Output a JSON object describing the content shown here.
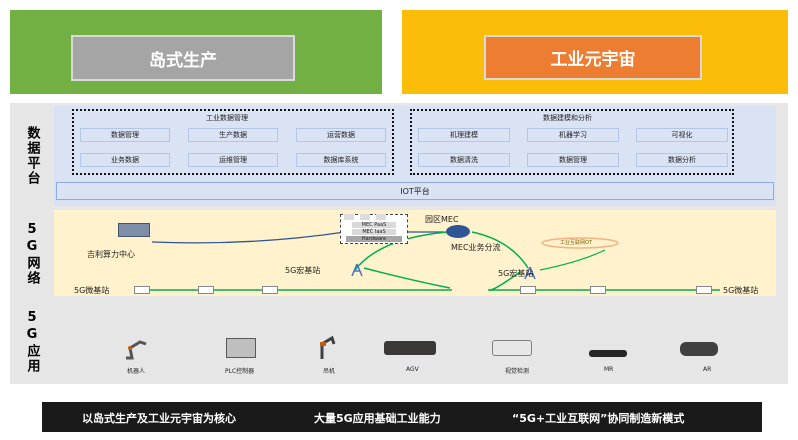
{
  "top": {
    "left_title": "岛式生产",
    "right_title": "工业元宇宙"
  },
  "layers": {
    "data_platform": "数据平台",
    "network_5g": "5G网络",
    "app_5g": "5G应用"
  },
  "data_platform": {
    "industrial_mgmt": {
      "title": "工业数据管理",
      "items": [
        "数据管理",
        "生产数据",
        "运营数据",
        "业务数据",
        "运维管理",
        "数据库系统"
      ]
    },
    "modeling": {
      "title": "数据建模和分析",
      "items": [
        "机理建模",
        "机器学习",
        "可视化",
        "数据清洗",
        "数据管理",
        "数据分析"
      ]
    },
    "iot": "IOT平台"
  },
  "network": {
    "jili": "吉利算力中心",
    "park_mec": "园区MEC",
    "mec_split": "MEC业务分流",
    "mec_paas": "MEC PaaS",
    "mec_iaas": "MEC IaaS",
    "hardware": "Hardware",
    "macro_left": "5G宏基站",
    "macro_right": "5G宏基站",
    "micro_left": "5G微基站",
    "micro_right": "5G微基站",
    "ring_label": "工业互联网OT"
  },
  "apps": [
    {
      "label": "机器人",
      "icon": "robot-arm-icon"
    },
    {
      "label": "PLC控制器",
      "icon": "plc-controller-icon"
    },
    {
      "label": "吊机",
      "icon": "crane-icon"
    },
    {
      "label": "AGV",
      "icon": "agv-icon"
    },
    {
      "label": "视觉检测",
      "icon": "vision-camera-icon"
    },
    {
      "label": "MR",
      "icon": "mr-glasses-icon"
    },
    {
      "label": "AR",
      "icon": "ar-headset-icon"
    }
  ],
  "bottom": {
    "item1": "以岛式生产及工业元宇宙为核心",
    "item2": "大量5G应用基础工业能力",
    "item3": "“5G+工业互联网”协同制造新模式"
  }
}
